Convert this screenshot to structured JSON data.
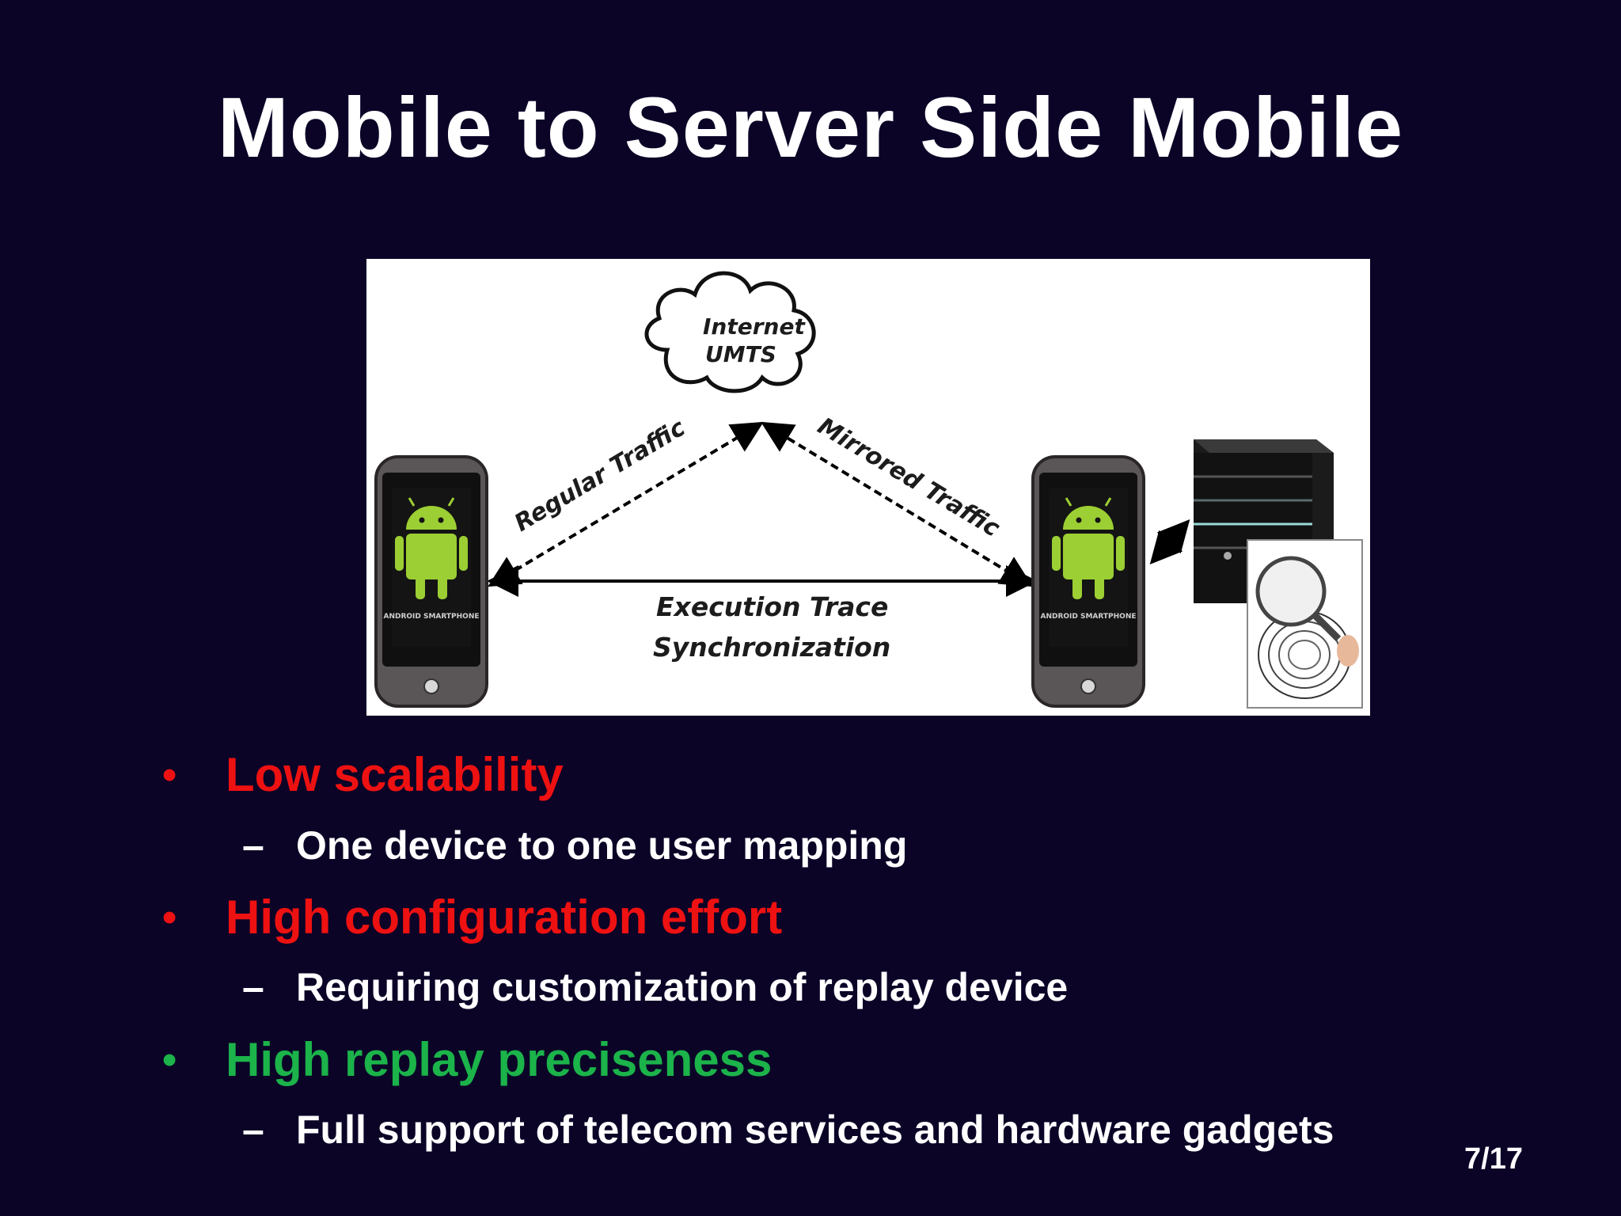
{
  "slide": {
    "title": "Mobile to Server Side Mobile",
    "page_number": "7/17"
  },
  "diagram": {
    "cloud_label_line1": "Internet",
    "cloud_label_line2": "UMTS",
    "left_arrow_label": "Regular Traffic",
    "right_arrow_label": "Mirrored Traffic",
    "bottom_label_line1": "Execution Trace",
    "bottom_label_line2": "Synchronization",
    "phone_label_left": "ANDROID SMARTPHONE",
    "phone_label_right": "ANDROID SMARTPHONE"
  },
  "bullets": [
    {
      "text": "Low scalability",
      "color": "#ee1111",
      "sub": "One device to one user mapping"
    },
    {
      "text": "High configuration effort",
      "color": "#ee1111",
      "sub": "Requiring customization of replay device"
    },
    {
      "text": "High replay preciseness",
      "color": "#1bb34a",
      "sub": "Full support of telecom services and hardware gadgets"
    }
  ],
  "markers": {
    "bullet": "•",
    "dash": "–"
  }
}
